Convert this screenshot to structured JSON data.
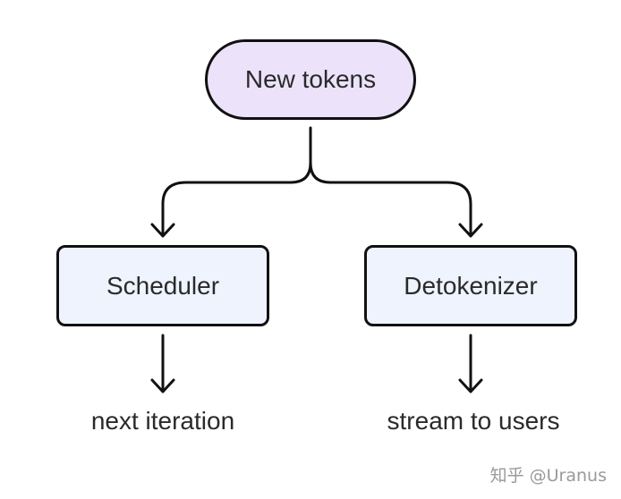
{
  "nodes": {
    "top": "New tokens",
    "left": "Scheduler",
    "right": "Detokenizer"
  },
  "captions": {
    "left": "next iteration",
    "right": "stream to users"
  },
  "watermark": "知乎 @Uranus",
  "colors": {
    "top_fill": "#ece3fb",
    "box_fill": "#eef3fd",
    "stroke": "#111111"
  }
}
